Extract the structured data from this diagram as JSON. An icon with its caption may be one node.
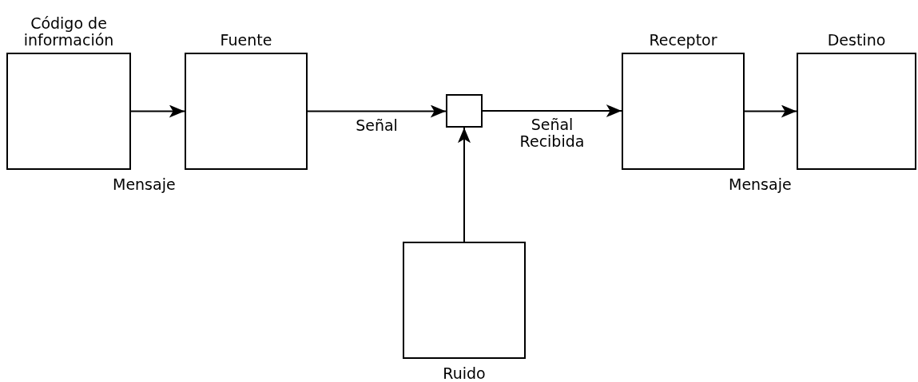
{
  "diagram": {
    "nodes": [
      {
        "text": [
          "Código de información"
        ]
      },
      {
        "text": [
          "Fuente"
        ]
      },
      {
        "text": [],
        "shape": "box"
      },
      {
        "text": [
          "Receptor"
        ]
      },
      {
        "text": [
          "Destino"
        ]
      },
      {
        "text": [
          "Ruido"
        ]
      }
    ],
    "edges": [
      {
        "from": 0,
        "to": 1,
        "arrow": "to"
      },
      {
        "from": 1,
        "to": 2,
        "arrow": "to",
        "label": "Señal"
      },
      {
        "from": 2,
        "to": 3,
        "arrow": "to",
        "label": "Señal Recibida"
      },
      {
        "from": 3,
        "to": 4,
        "arrow": "to"
      },
      {
        "from": 5,
        "to": 2,
        "arrow": "to"
      }
    ],
    "labels": [
      "Mensaje",
      "Mensaje"
    ]
  }
}
